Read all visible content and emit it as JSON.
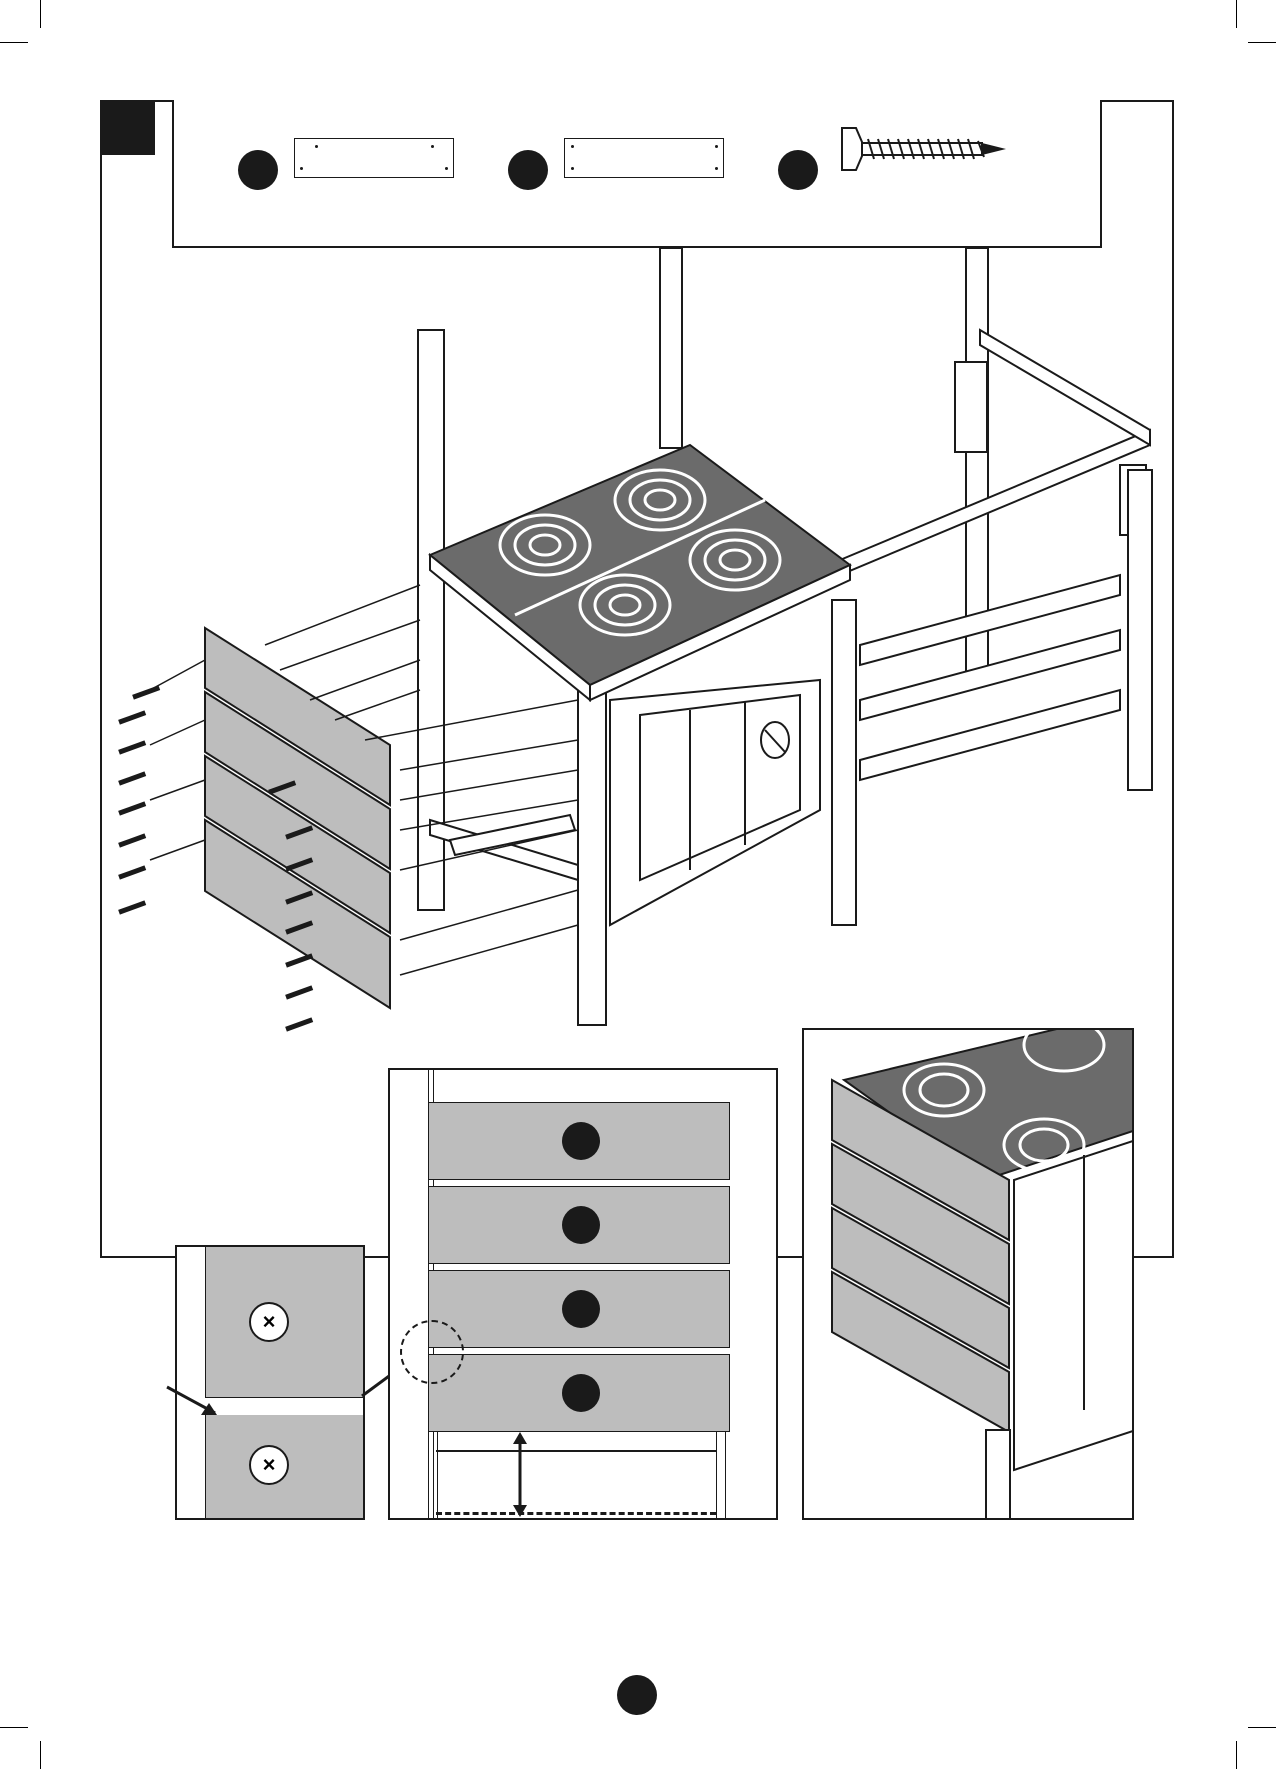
{
  "page": {
    "step_label": "",
    "page_number": ""
  },
  "parts": [
    {
      "id": "part-a",
      "label": "",
      "icon": "plank-icon"
    },
    {
      "id": "part-b",
      "label": "",
      "icon": "plank-icon"
    },
    {
      "id": "part-c",
      "label": "",
      "icon": "screw-icon"
    }
  ],
  "colors": {
    "ink": "#1a1a1a",
    "panel_gray": "#bdbdbd",
    "hob_gray": "#6b6b6b",
    "white": "#ffffff"
  }
}
